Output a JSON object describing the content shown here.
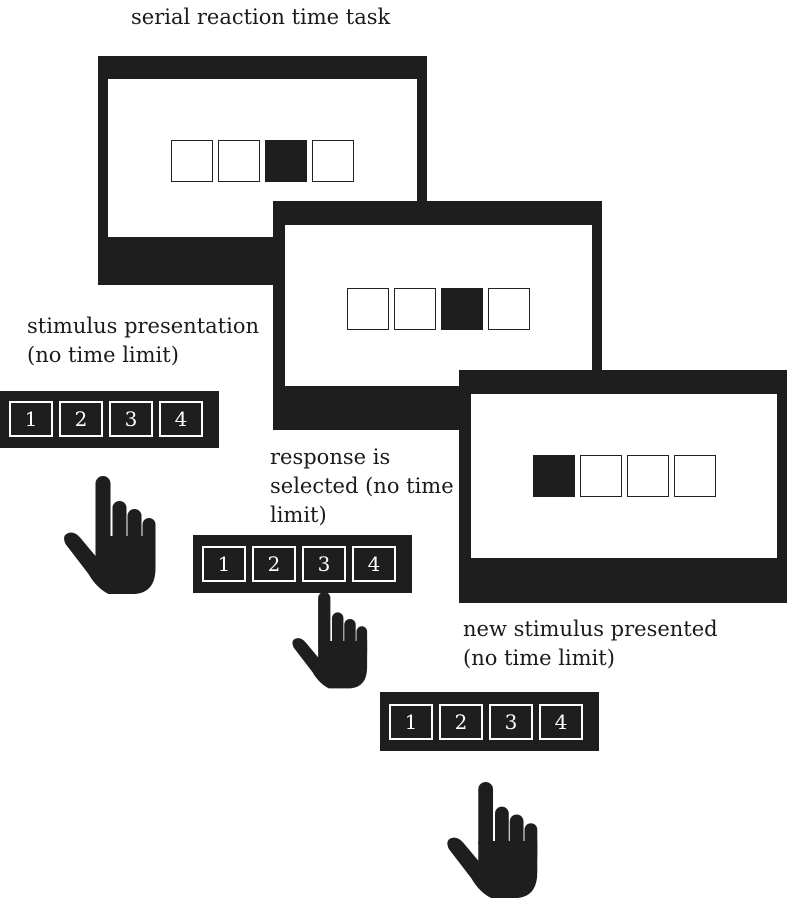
{
  "title": "serial reaction time task",
  "colors": {
    "frame": "#1e1e1e",
    "screen": "#ffffff",
    "lit_square": "#1e1e1e"
  },
  "steps": [
    {
      "label_lines": [
        "stimulus presentation",
        "(no time limit)"
      ],
      "squares": [
        false,
        false,
        true,
        false
      ],
      "keys": [
        "1",
        "2",
        "3",
        "4"
      ],
      "hand_icon": "pointing-hand-icon"
    },
    {
      "label_lines": [
        "response is",
        "selected (no time",
        "limit)"
      ],
      "squares": [
        false,
        false,
        true,
        false
      ],
      "keys": [
        "1",
        "2",
        "3",
        "4"
      ],
      "hand_icon": "pointing-hand-icon"
    },
    {
      "label_lines": [
        "new stimulus presented",
        "(no time limit)"
      ],
      "squares": [
        true,
        false,
        false,
        false
      ],
      "keys": [
        "1",
        "2",
        "3",
        "4"
      ],
      "hand_icon": "pointing-hand-icon"
    }
  ]
}
